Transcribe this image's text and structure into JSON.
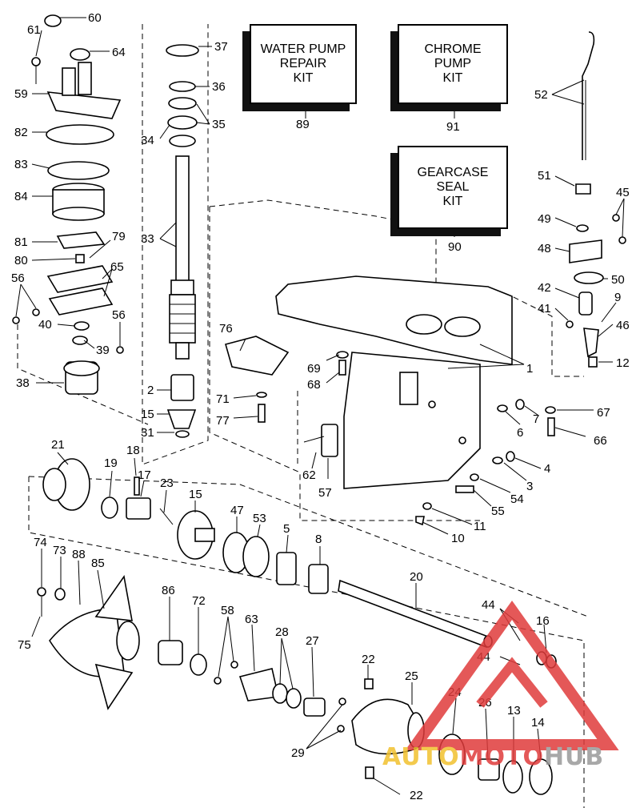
{
  "kits": [
    {
      "label": "WATER PUMP\nREPAIR\nKIT",
      "number": "89"
    },
    {
      "label": "CHROME\nPUMP\nKIT",
      "number": "91"
    },
    {
      "label": "GEARCASE\nSEAL\nKIT",
      "number": "90"
    }
  ],
  "callouts": [
    "60",
    "61",
    "64",
    "59",
    "82",
    "83",
    "84",
    "81",
    "79",
    "80",
    "65",
    "56",
    "40",
    "39",
    "56",
    "38",
    "37",
    "36",
    "34",
    "35",
    "33",
    "2",
    "15",
    "31",
    "76",
    "69",
    "68",
    "71",
    "77",
    "52",
    "51",
    "45",
    "49",
    "48",
    "50",
    "42",
    "41",
    "9",
    "46",
    "1",
    "12",
    "7",
    "67",
    "6",
    "66",
    "62",
    "57",
    "4",
    "3",
    "54",
    "55",
    "11",
    "10",
    "21",
    "19",
    "18",
    "17",
    "23",
    "15",
    "47",
    "53",
    "5",
    "8",
    "20",
    "74",
    "73",
    "88",
    "85",
    "75",
    "86",
    "72",
    "58",
    "63",
    "28",
    "27",
    "22",
    "25",
    "24",
    "26",
    "13",
    "14",
    "29",
    "22",
    "44",
    "16",
    "44"
  ],
  "watermark": {
    "part1": "AUTO",
    "part2": "MOTO",
    "part3": "HUB",
    "color_red": "#e03b3b",
    "color_yellow": "#f2c12e",
    "color_gray": "#9a9a9a"
  }
}
